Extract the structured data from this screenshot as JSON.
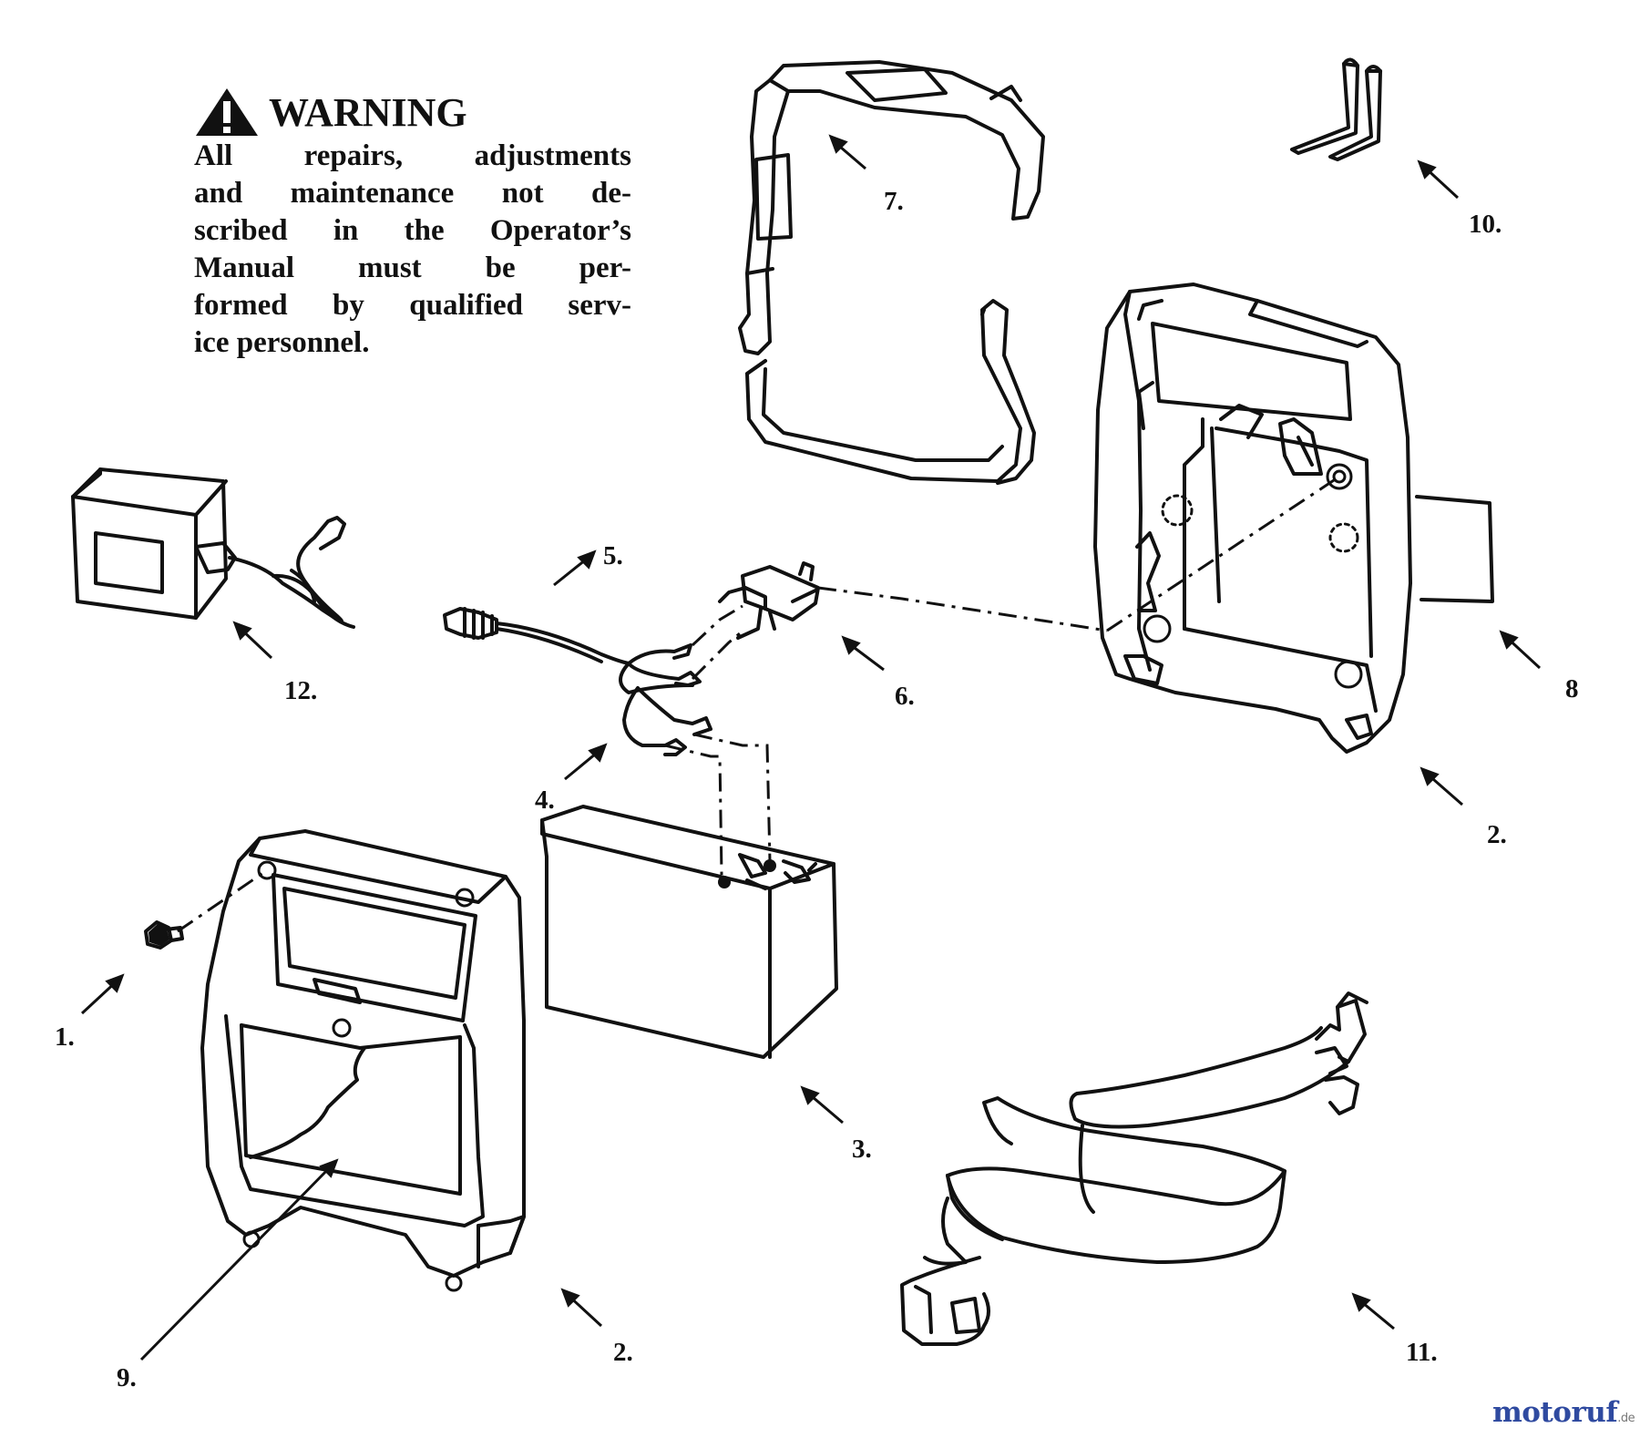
{
  "warning": {
    "title": "WARNING",
    "lines": [
      "All repairs, adjustments",
      "and maintenance not de-",
      "scribed in the Operator’s",
      "Manual must be per-",
      "formed by qualified serv-",
      "ice personnel."
    ]
  },
  "callouts": {
    "c1": "1.",
    "c2a": "2.",
    "c2b": "2.",
    "c3": "3.",
    "c4": "4.",
    "c5": "5.",
    "c6": "6.",
    "c7": "7.",
    "c8": "8",
    "c9": "9.",
    "c10": "10.",
    "c11": "11.",
    "c12": "12."
  },
  "watermark": {
    "main": "motoruf",
    "suffix": ".de"
  }
}
